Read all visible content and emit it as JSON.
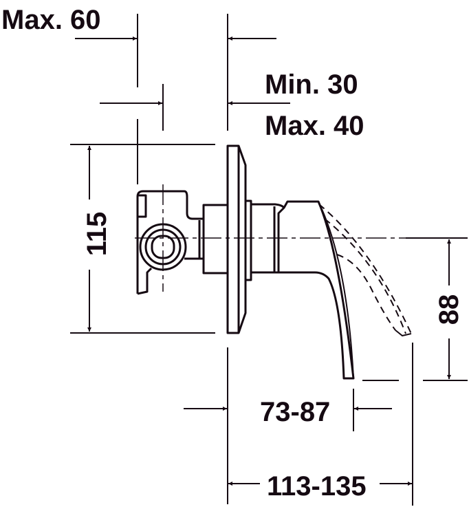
{
  "drawing": {
    "subject": "concealed single-lever mixer, side view",
    "ink_color": "#150a12",
    "background": "#ffffff",
    "dimensions": {
      "top_left": "Max. 60",
      "wall_min": "Min. 30",
      "wall_max": "Max. 40",
      "height_plate": "115",
      "lever_drop": "88",
      "lever_projection": "73-87",
      "total_projection": "113-135"
    }
  }
}
